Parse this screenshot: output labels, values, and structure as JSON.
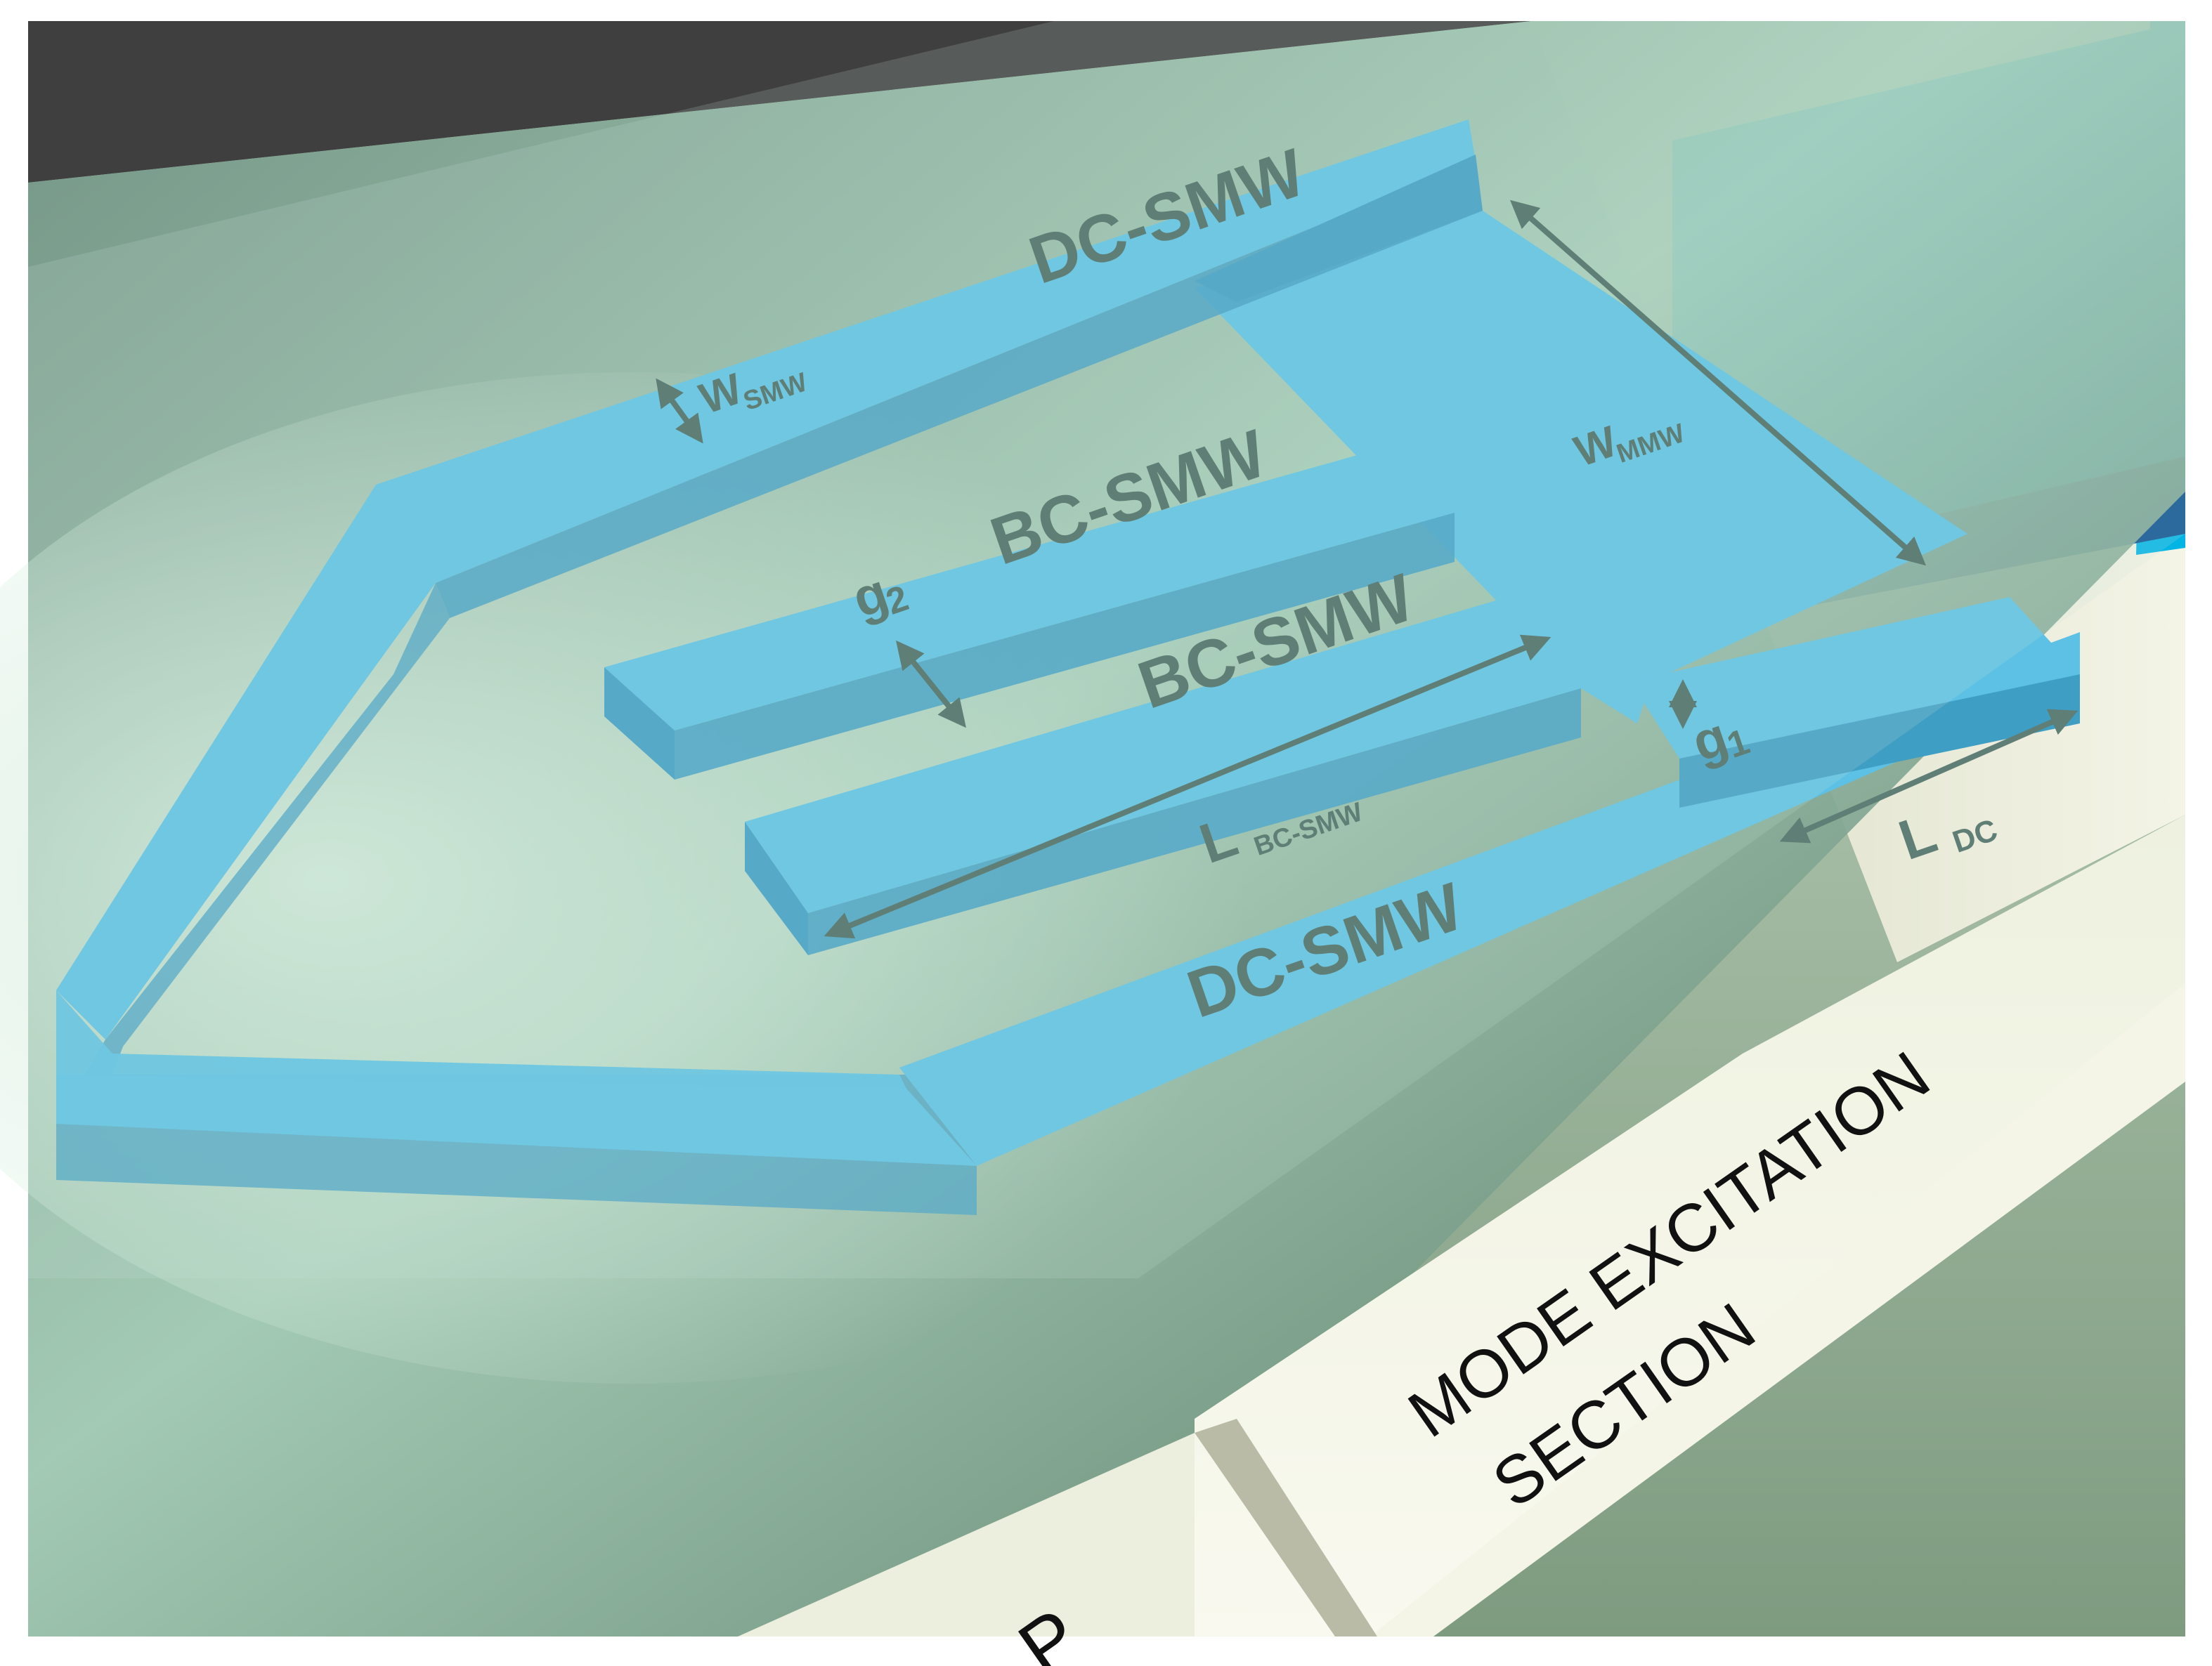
{
  "colors": {
    "waveguide": "#5cc1e4",
    "waveguide_dark": "#3f9ec4",
    "cladding": "#a9d1bd",
    "substrate_light": "#e9eee0",
    "accent_blue": "#00b4e4",
    "label_gray": "#5f7f76"
  },
  "labels": {
    "dc_smw_top": "DC-SMW",
    "dc_smw_bottom": "DC-SMW",
    "bc_smw_upper": "BC-SMW",
    "bc_smw_lower": "BC-SMW",
    "w_smw_main": "W",
    "w_smw_sub": "SMW",
    "w_mmw_main": "W",
    "w_mmw_sub": "MMW",
    "g2_main": "g",
    "g2_sub": "2",
    "g1_main": "g",
    "g1_sub": "1",
    "l_bc_main": "L",
    "l_bc_sub": "BC-SMW",
    "l_dc_main": "L",
    "l_dc_sub": "DC",
    "section_line1": "MODE EXCITATION",
    "section_line2": "SECTION",
    "partial_text": "P"
  }
}
